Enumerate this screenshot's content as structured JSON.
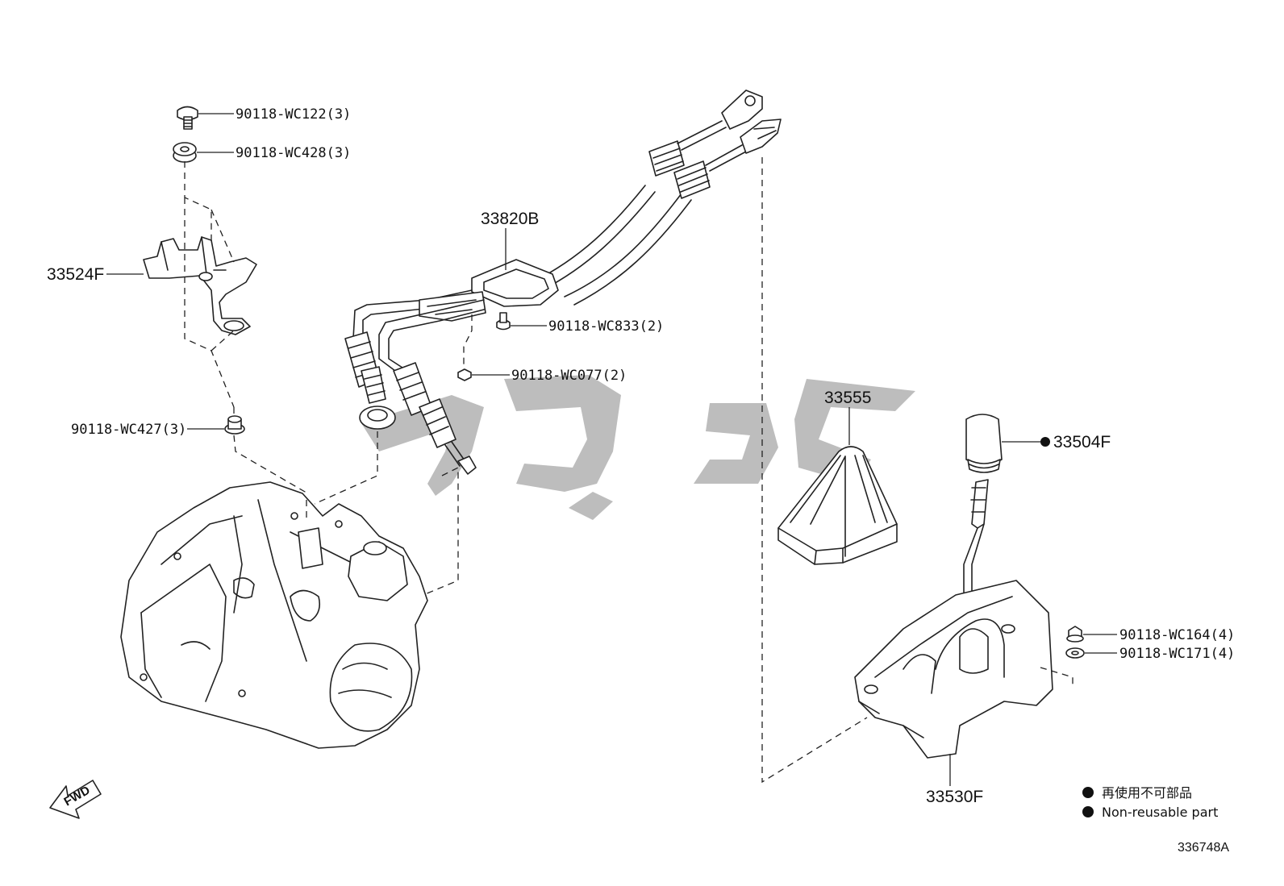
{
  "labels": {
    "bolt_top": "90118-WC122(3)",
    "grommet_top": "90118-WC428(3)",
    "bracket": "33524F",
    "collar": "90118-WC427(3)",
    "cable": "33820B",
    "bolt_cable": "90118-WC833(2)",
    "nut_cable": "90118-WC077(2)",
    "boot": "33555",
    "knob": "33504F",
    "nut_base": "90118-WC164(4)",
    "washer_base": "90118-WC171(4)",
    "shifter": "33530F"
  },
  "legend": {
    "japanese": "再使用不可部品",
    "english": "Non-reusable part"
  },
  "fwd": "FWD",
  "diagram_code": "336748A"
}
